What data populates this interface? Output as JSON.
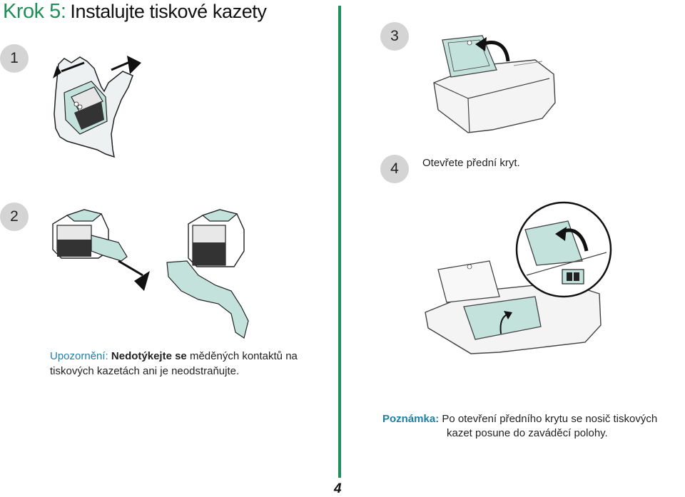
{
  "header": {
    "step_label": "Krok 5:",
    "title": "Instalujte tiskové kazety"
  },
  "steps": [
    {
      "number": "1"
    },
    {
      "number": "2"
    },
    {
      "number": "3"
    },
    {
      "number": "4",
      "caption": "Otevřete přední kryt."
    }
  ],
  "warning": {
    "label": "Upozornění:",
    "emphasis": "Nedotýkejte se",
    "rest": " měděných kontaktů na tiskových kazetách ani je neodstraňujte."
  },
  "note": {
    "label": "Poznámka:",
    "line1": "Po otevření předního krytu se nosič tiskových",
    "line2": "kazet posune do zaváděcí polohy."
  },
  "page_number": "4",
  "colors": {
    "accent_green": "#1e8f58",
    "label_blue": "#1d7fa8",
    "badge_gray": "#d4d4d4",
    "cover_teal": "#c4e2dc"
  }
}
